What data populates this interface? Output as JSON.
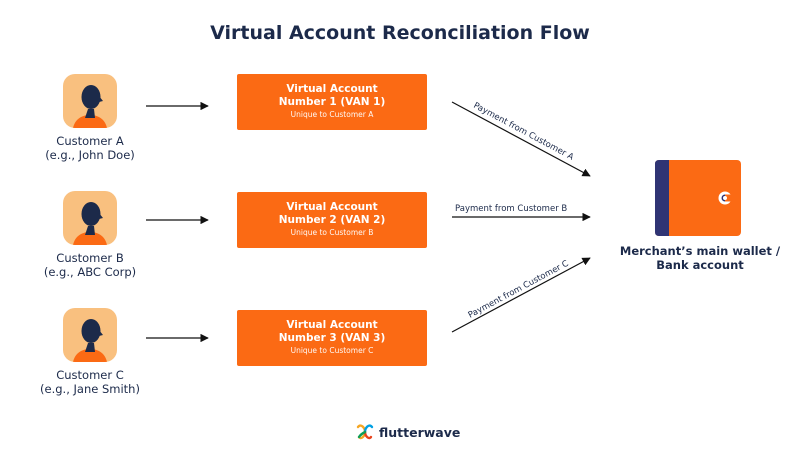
{
  "title": "Virtual Account Reconciliation Flow",
  "customers": [
    {
      "name": "Customer A",
      "example": "(e.g., John Doe)"
    },
    {
      "name": "Customer B",
      "example": "(e.g., ABC Corp)"
    },
    {
      "name": "Customer C",
      "example": "(e.g., Jane Smith)"
    }
  ],
  "vans": [
    {
      "line1": "Virtual Account",
      "line2": "Number 1 (VAN 1)",
      "line3": "Unique to Customer A"
    },
    {
      "line1": "Virtual Account",
      "line2": "Number 2 (VAN 2)",
      "line3": "Unique to Customer B"
    },
    {
      "line1": "Virtual Account",
      "line2": "Number 3 (VAN 3)",
      "line3": "Unique to Customer C"
    }
  ],
  "payments": [
    "Payment from Customer A",
    "Payment from Customer B",
    "Payment from Customer C"
  ],
  "merchant": {
    "line1": "Merchant’s main wallet /",
    "line2": "Bank account"
  },
  "brand": {
    "name": "flutterwave"
  },
  "colors": {
    "accent": "#fb6a14",
    "navy": "#1c2a4a",
    "avatar_bg": "#f9c07f",
    "wallet_strap": "#2f3474"
  },
  "icons": [
    "person-icon",
    "wallet-icon",
    "flutterwave-logo-icon"
  ]
}
